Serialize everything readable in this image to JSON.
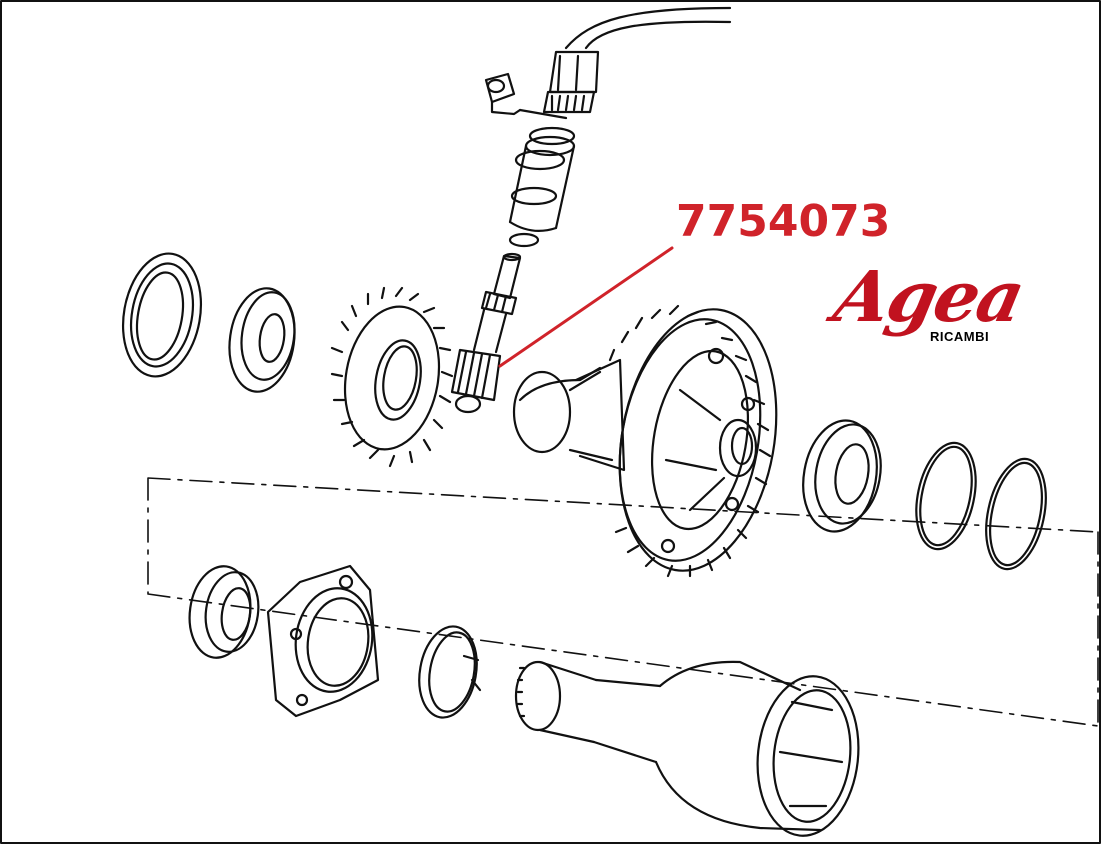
{
  "callout": {
    "part_number": "7754073"
  },
  "logo": {
    "name": "Agea",
    "subtitle": "RICAMBI"
  },
  "colors": {
    "callout_red": "#d0232a",
    "logo_red": "#c1121f",
    "ink": "#111111",
    "background": "#ffffff"
  }
}
